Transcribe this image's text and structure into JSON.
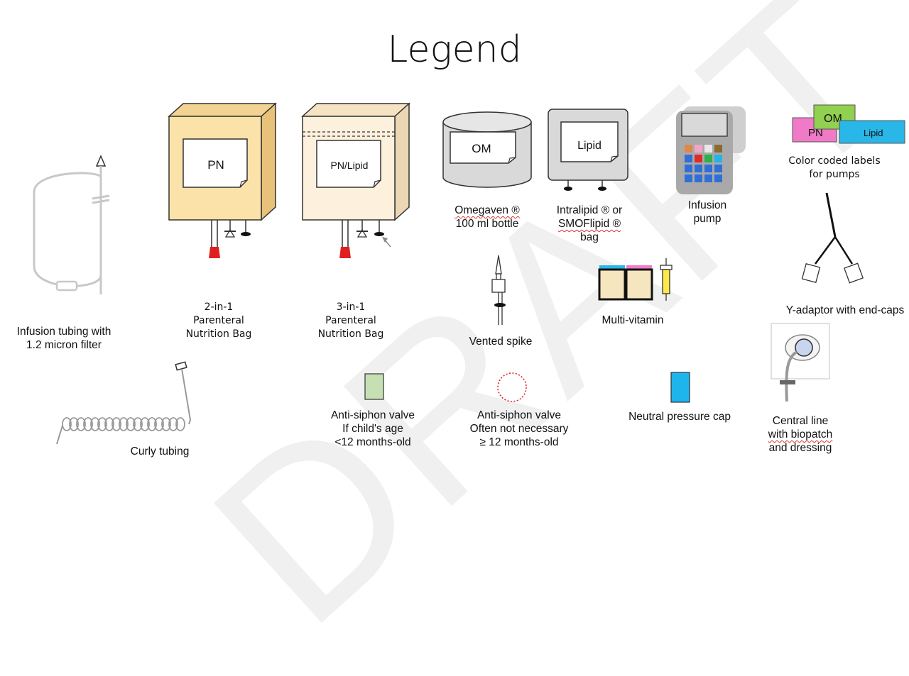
{
  "title": "Legend",
  "watermark": "DRAFT",
  "items": {
    "tubing": {
      "caption_1": "Infusion tubing with",
      "caption_2": "1.2 micron filter"
    },
    "bag_2in1": {
      "label": "PN",
      "caption_1": "2-in-1",
      "caption_2": "Parenteral",
      "caption_3": "Nutrition Bag"
    },
    "bag_3in1": {
      "label": "PN/Lipid",
      "caption_1": "3-in-1",
      "caption_2": "Parenteral",
      "caption_3": "Nutrition Bag"
    },
    "omegaven": {
      "label": "OM",
      "caption_1": "Omegaven ®",
      "caption_2": "100 ml bottle"
    },
    "intralipid": {
      "label": "Lipid",
      "caption_1": "Intralipid ® or",
      "caption_2": "SMOFlipid ®",
      "caption_3": "bag"
    },
    "pump": {
      "caption_1": "Infusion",
      "caption_2": "pump"
    },
    "color_labels": {
      "pn": "PN",
      "om": "OM",
      "lipid": "Lipid",
      "caption_1": "Color coded labels",
      "caption_2": "for pumps"
    },
    "vented_spike": {
      "caption": "Vented spike"
    },
    "multivitamin": {
      "caption": "Multi-vitamin"
    },
    "y_adaptor": {
      "caption": "Y-adaptor with end-caps"
    },
    "curly_tubing": {
      "caption": "Curly tubing"
    },
    "valve_under12": {
      "caption_1": "Anti-siphon valve",
      "caption_2": "If child's age",
      "caption_3": "<12 months-old"
    },
    "valve_over12": {
      "caption_1": "Anti-siphon valve",
      "caption_2": "Often not necessary",
      "caption_3": "≥ 12 months-old"
    },
    "neutral_cap": {
      "caption": "Neutral pressure cap"
    },
    "central_line": {
      "caption_1": "Central line",
      "caption_2": "with biopatch",
      "caption_3": "and dressing"
    }
  },
  "colors": {
    "pn_bag": "#fbe2a8",
    "pn_lipid_bag": "#fdf0dc",
    "label_pn": "#f07ac8",
    "label_om": "#92d050",
    "label_lipid": "#29b6e8",
    "valve_green": "#c6e0b4",
    "neutral_cap": "#1eb4ec",
    "cap_red": "#e02020"
  }
}
